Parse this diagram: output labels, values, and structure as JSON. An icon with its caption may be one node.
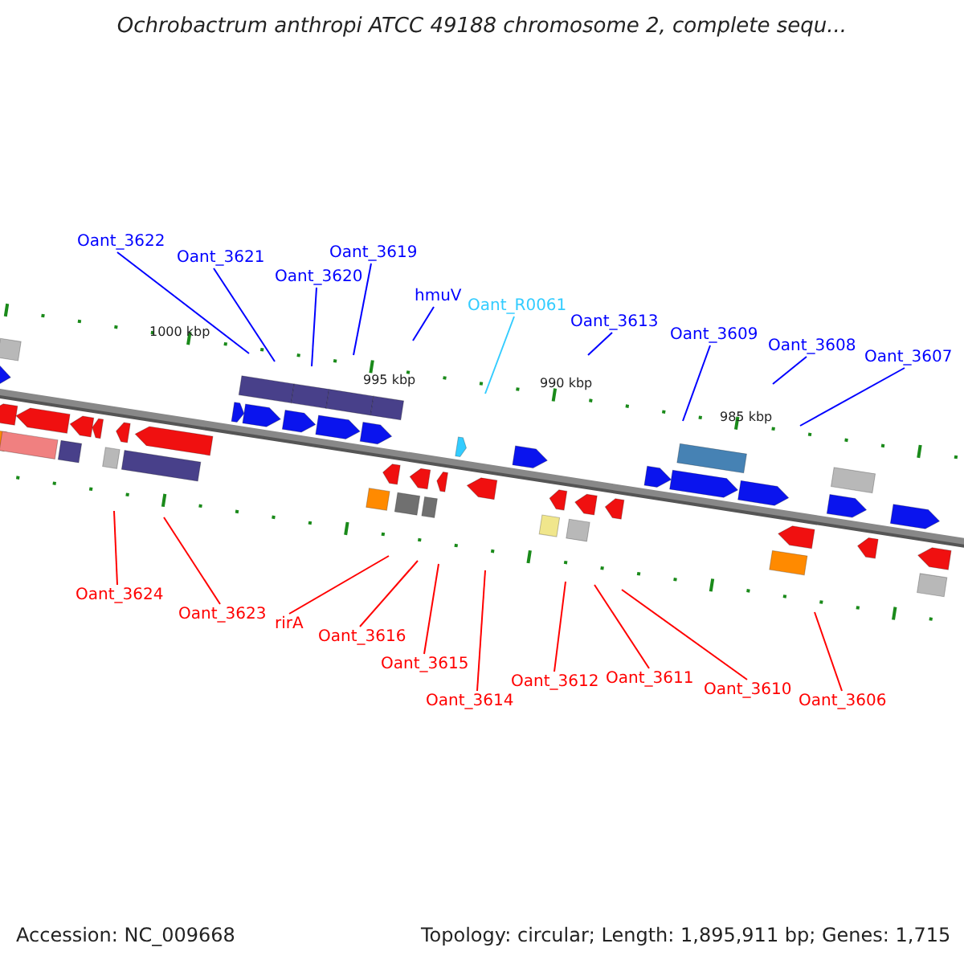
{
  "diagram": {
    "title": "Ochrobactrum anthropi ATCC 49188 chromosome 2, complete sequ...",
    "nodes": [
      {
        "text": [
          "Oant_3622"
        ]
      },
      {
        "text": [
          "Oant_3621"
        ]
      },
      {
        "text": [
          "Oant_3620"
        ]
      },
      {
        "text": [
          "Oant_3619"
        ]
      },
      {
        "text": [
          "hmuV"
        ]
      },
      {
        "text": [
          "Oant_R0061"
        ]
      },
      {
        "text": [
          "Oant_3613"
        ]
      },
      {
        "text": [
          "Oant_3609"
        ]
      },
      {
        "text": [
          "Oant_3608"
        ]
      },
      {
        "text": [
          "Oant_3607"
        ]
      },
      {
        "text": [
          "Oant_3624"
        ]
      },
      {
        "text": [
          "Oant_3623"
        ]
      },
      {
        "text": [
          "rirA"
        ]
      },
      {
        "text": [
          "Oant_3616"
        ]
      },
      {
        "text": [
          "Oant_3615"
        ]
      },
      {
        "text": [
          "Oant_3614"
        ]
      },
      {
        "text": [
          "Oant_3612"
        ]
      },
      {
        "text": [
          "Oant_3611"
        ]
      },
      {
        "text": [
          "Oant_3610"
        ]
      },
      {
        "text": [
          "Oant_3606"
        ]
      }
    ],
    "edges": [
      {
        "from": 0,
        "to": null,
        "arrow": "none",
        "color": "#0000ff"
      },
      {
        "from": 1,
        "to": null,
        "arrow": "none",
        "color": "#0000ff"
      },
      {
        "from": 2,
        "to": null,
        "arrow": "none",
        "color": "#0000ff"
      },
      {
        "from": 3,
        "to": null,
        "arrow": "none",
        "color": "#0000ff"
      },
      {
        "from": 4,
        "to": null,
        "arrow": "none",
        "color": "#0000ff"
      },
      {
        "from": 5,
        "to": null,
        "arrow": "none",
        "color": "#33ccff"
      },
      {
        "from": 6,
        "to": null,
        "arrow": "none",
        "color": "#0000ff"
      },
      {
        "from": 7,
        "to": null,
        "arrow": "none",
        "color": "#0000ff"
      },
      {
        "from": 8,
        "to": null,
        "arrow": "none",
        "color": "#0000ff"
      },
      {
        "from": 9,
        "to": null,
        "arrow": "none",
        "color": "#0000ff"
      },
      {
        "from": 10,
        "to": null,
        "arrow": "none"
      },
      {
        "from": 11,
        "to": null,
        "arrow": "none"
      },
      {
        "from": 12,
        "to": null,
        "arrow": "none"
      },
      {
        "from": 13,
        "to": null,
        "arrow": "none"
      },
      {
        "from": 14,
        "to": null,
        "arrow": "none"
      },
      {
        "from": 15,
        "to": null,
        "arrow": "none"
      },
      {
        "from": 16,
        "to": null,
        "arrow": "none"
      },
      {
        "from": 17,
        "to": null,
        "arrow": "none"
      },
      {
        "from": 18,
        "to": null,
        "arrow": "none"
      },
      {
        "from": 19,
        "to": null,
        "arrow": "none"
      }
    ],
    "labels": [
      "1000 kbp",
      "995 kbp",
      "990 kbp",
      "985 kbp",
      "Accession: NC_009668",
      "Topology: circular; Length: 1,895,911 bp; Genes: 1,715"
    ]
  }
}
